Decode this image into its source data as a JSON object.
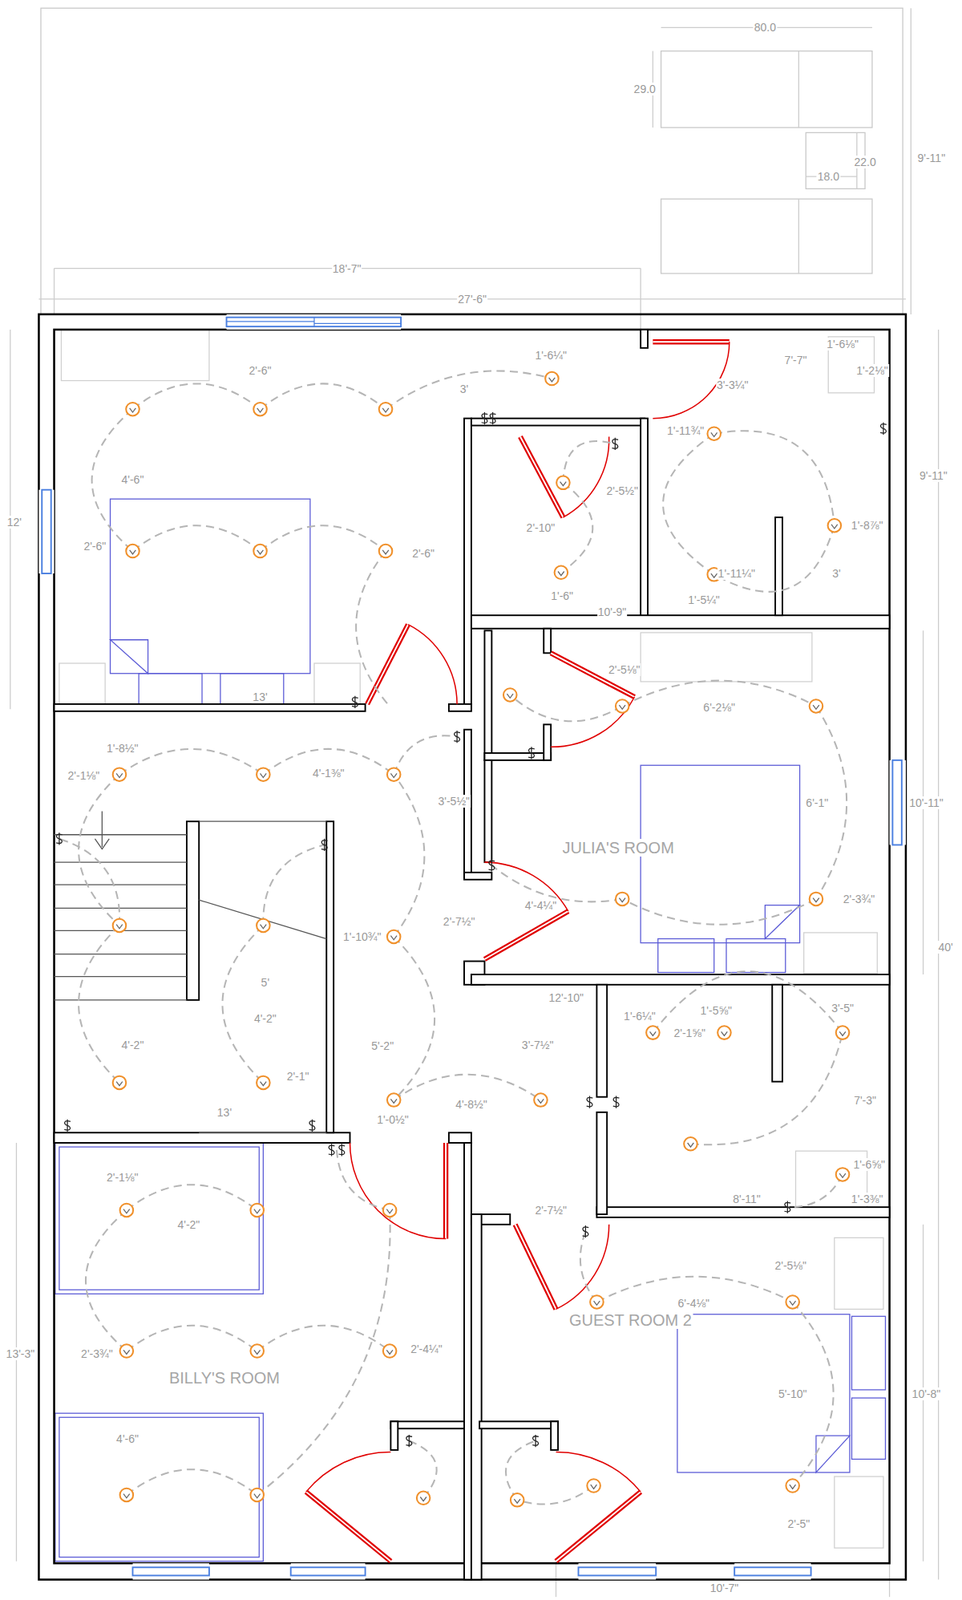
{
  "diagram": {
    "nodes": [
      {
        "text": [
          "JULIA'S ROOM"
        ]
      },
      {
        "text": [
          "GUEST ROOM 2"
        ]
      },
      {
        "text": [
          "BILLY'S ROOM"
        ]
      }
    ],
    "labels": [
      "80.0",
      "29.0",
      "22.0",
      "18.0",
      "9'-11\"",
      "18'-7\"",
      "27'-6\"",
      "2'-6\"",
      "3'",
      "1'-6¼\"",
      "1'-6⅛\"",
      "7'-7\"",
      "1'-2⅛\"",
      "3'-3¼\"",
      "9'-11\"",
      "12'",
      "4'-6\"",
      "2'-6\"",
      "2'-6\"",
      "1'-11¾\"",
      "2'-5½\"",
      "2'-10\"",
      "1'-8⅞\"",
      "1'-11¼\"",
      "3'",
      "1'-6\"",
      "1'-5¼\"",
      "10'-9\"",
      "13'",
      "2'-5⅛\"",
      "6'-2⅛\"",
      "1'-8½\"",
      "2'-1⅛\"",
      "4'-1⅜\"",
      "3'-5½\"",
      "6'-1\"",
      "10'-11\"",
      "4'-4¼\"",
      "2'-3¾\"",
      "2'-7½\"",
      "1'-10¾\"",
      "40'",
      "5'",
      "4'-2\"",
      "12'-10\"",
      "1'-6¼\"",
      "1'-5⅝\"",
      "2'-1⅝\"",
      "3'-5\"",
      "4'-2\"",
      "5'-2\"",
      "3'-7½\"",
      "2'-1\"",
      "7'-3\"",
      "4'-8½\"",
      "13'",
      "1'-0½\"",
      "1'-6⅝\"",
      "1'-3⅜\"",
      "2'-1⅛\"",
      "8'-11\"",
      "2'-7½\"",
      "4'-2\"",
      "2'-5⅛\"",
      "6'-4⅛\"",
      "2'-3¾\"",
      "2'-4¼\"",
      "13'-3\"",
      "5'-10\"",
      "10'-8\"",
      "4'-6\"",
      "2'-5\"",
      "10'-7\""
    ]
  }
}
